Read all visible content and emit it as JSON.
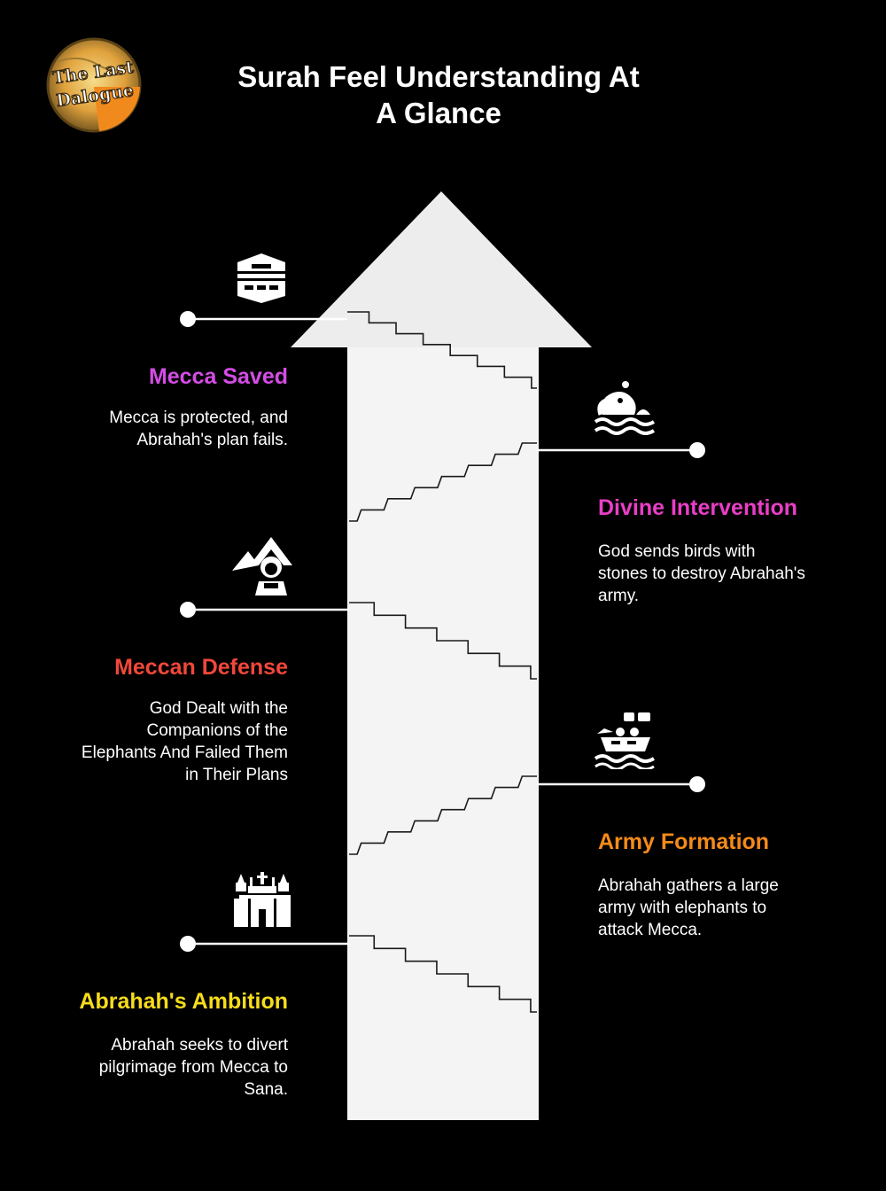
{
  "logo": {
    "text_line1": "The Last",
    "text_line2": "Dalogue",
    "colors": [
      "#e8b93a",
      "#f0a229",
      "#8a6b2a"
    ]
  },
  "header": {
    "title_line1": "Surah Feel Understanding At",
    "title_line2": "A Glance"
  },
  "stages": [
    {
      "id": "mecca-saved",
      "title": "Mecca Saved",
      "color": "#d54ce6",
      "side": "left",
      "description": [
        "Mecca is protected, and",
        "Abrahah's plan fails."
      ],
      "icon": "kaaba-icon"
    },
    {
      "id": "divine-intervention",
      "title": "Divine Intervention",
      "color": "#e93fc7",
      "side": "right",
      "description": [
        "God sends birds with",
        "stones to destroy Abrahah's",
        "army."
      ],
      "icon": "elephant-water-icon"
    },
    {
      "id": "meccan-defense",
      "title": "Meccan Defense",
      "color": "#f2473a",
      "side": "left",
      "description": [
        "God Dealt with the",
        "Companions of the",
        "Elephants And Failed Them",
        "in Their Plans"
      ],
      "icon": "person-mountain-icon"
    },
    {
      "id": "army-formation",
      "title": "Army Formation",
      "color": "#f58a1a",
      "side": "right",
      "description": [
        "Abrahah gathers a large",
        "army with elephants to",
        "attack Mecca."
      ],
      "icon": "army-boat-icon"
    },
    {
      "id": "abrahahs-ambition",
      "title": "Abrahah's Ambition",
      "color": "#f7dc1a",
      "side": "left",
      "description": [
        "Abrahah seeks to divert",
        "pilgrimage from Mecca to",
        "Sana."
      ],
      "icon": "castle-icon"
    }
  ],
  "arrow_color": "#f4f4f4"
}
